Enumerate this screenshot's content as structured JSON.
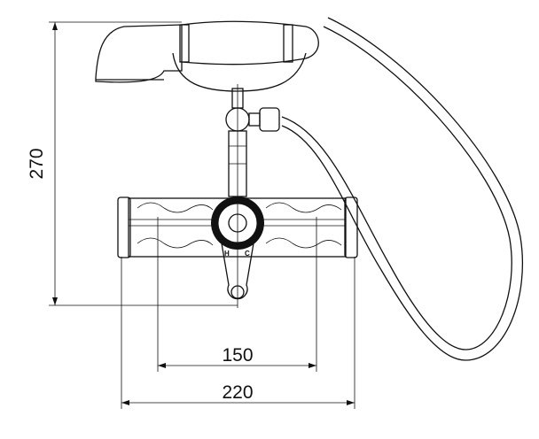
{
  "dimensions": {
    "height": "270",
    "inner_width": "150",
    "outer_width": "220"
  },
  "labels": {
    "hot": "H",
    "cold": "C"
  },
  "colors": {
    "line": "#111111",
    "background": "#ffffff"
  }
}
